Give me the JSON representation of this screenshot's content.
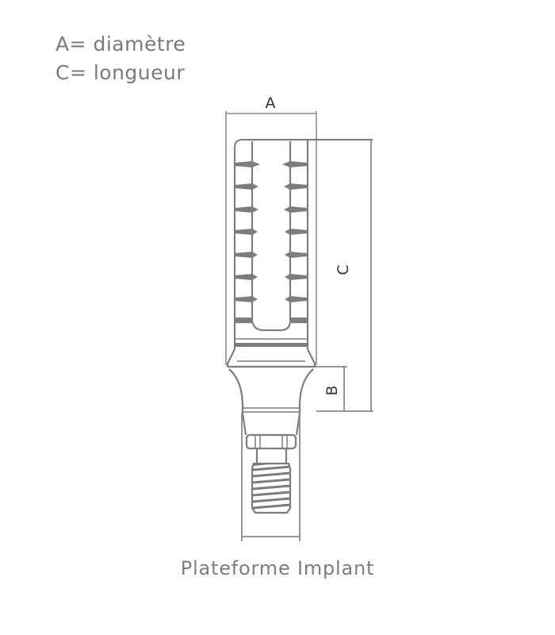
{
  "legend": {
    "items": [
      {
        "key": "A",
        "text": "A= diamètre"
      },
      {
        "key": "C",
        "text": "C= longueur"
      }
    ]
  },
  "diagram": {
    "subject": "dental implant abutment",
    "dimension_labels": {
      "top_width": "A",
      "overall_length": "C",
      "collar_height": "B"
    },
    "line_color": "#7d7d7d",
    "dim_line_color": "#8a8a8a"
  },
  "caption": {
    "text": "Plateforme Implant"
  }
}
